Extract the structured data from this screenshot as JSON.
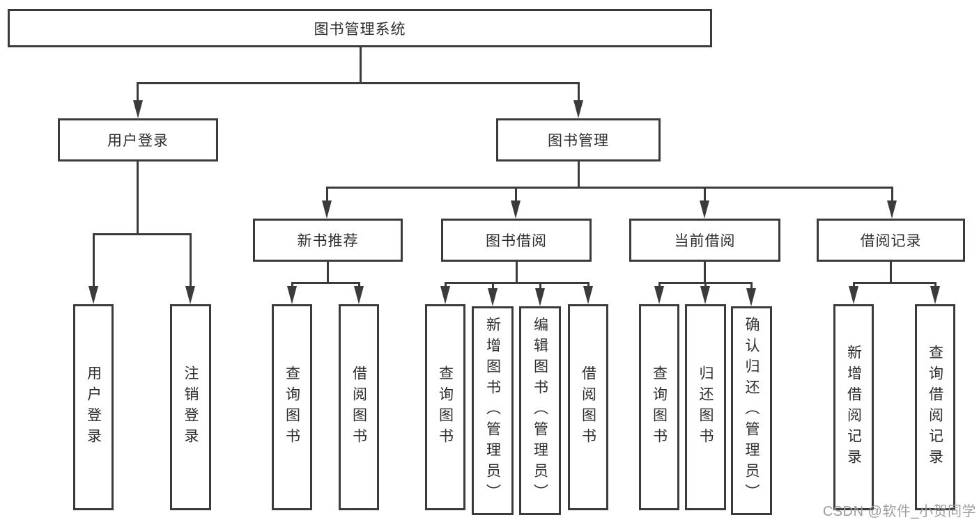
{
  "tree": {
    "root": {
      "label": "图书管理系统"
    },
    "branches": [
      {
        "label": "用户登录",
        "children": [
          "用户登录",
          "注销登录"
        ]
      },
      {
        "label": "图书管理",
        "groups": [
          {
            "label": "新书推荐",
            "children": [
              "查询图书",
              "借阅图书"
            ]
          },
          {
            "label": "图书借阅",
            "children": [
              "查询图书",
              "新增图书（管理员）",
              "编辑图书（管理员）",
              "借阅图书"
            ]
          },
          {
            "label": "当前借阅",
            "children": [
              "查询图书",
              "归还图书",
              "确认归还（管理员）"
            ]
          },
          {
            "label": "借阅记录",
            "children": [
              "新增借阅记录",
              "查询借阅记录"
            ]
          }
        ]
      }
    ]
  },
  "watermark": {
    "text": "CSDN @软件_小贺同学",
    "color": "#9d9d9d"
  },
  "colors": {
    "line": "#3b3b3b",
    "box_border": "#3b3b3b",
    "box_fill": "#ffffff",
    "text": "#2e2e2e",
    "background": "#ffffff"
  }
}
